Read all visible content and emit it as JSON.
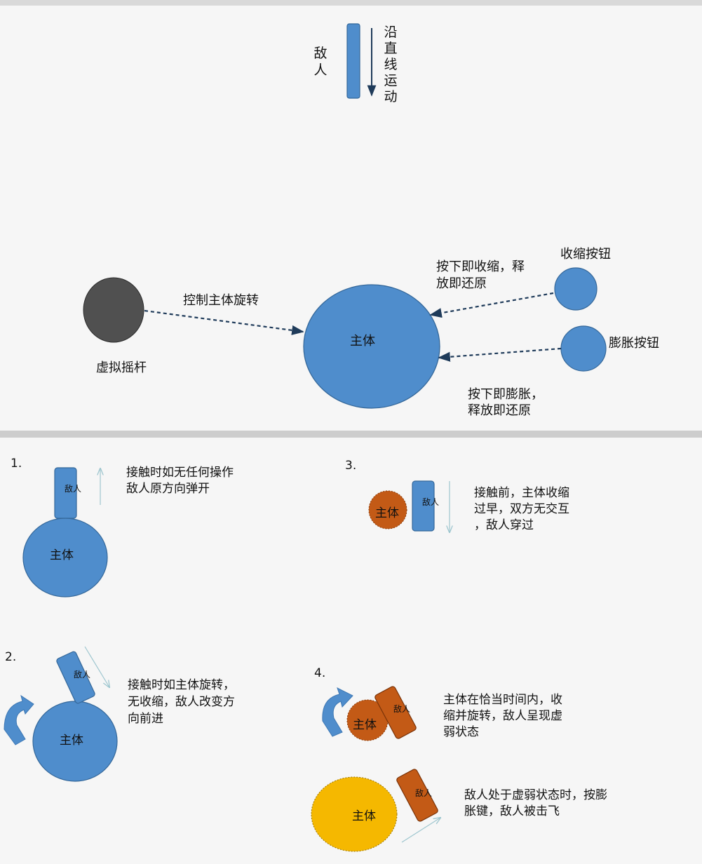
{
  "colors": {
    "background": "#f6f6f6",
    "separator": "#cdcdcd",
    "blue": "#4f8dcc",
    "blue_stroke": "#35689a",
    "dark_circle": "#505050",
    "arrow_dark": "#1f3b5a",
    "orange": "#c35a16",
    "yellow": "#f5b800",
    "thin_arrow": "#9ec6cf",
    "text": "#111111"
  },
  "top": {
    "enemy_label": "敌人",
    "vertical_motion_label": "沿直线运动",
    "main_body_label": "主体",
    "joystick_label": "虚拟摇杆",
    "joystick_arrow_label": "控制主体旋转",
    "shrink_button_label": "收缩按钮",
    "shrink_note_line1": "按下即收缩，释",
    "shrink_note_line2": "放即还原",
    "expand_button_label": "膨胀按钮",
    "expand_note_line1": "按下即膨胀，",
    "expand_note_line2": "释放即还原"
  },
  "scenarios": [
    {
      "number": "1.",
      "body_label": "主体",
      "enemy_label": "敌人",
      "desc_lines": [
        "接触时如无任何操作",
        "敌人原方向弹开"
      ]
    },
    {
      "number": "2.",
      "body_label": "主体",
      "enemy_label": "敌人",
      "desc_lines": [
        "接触时如主体旋转，",
        "无收缩，敌人改变方",
        "向前进"
      ]
    },
    {
      "number": "3.",
      "body_label": "主体",
      "enemy_label": "敌人",
      "desc_lines": [
        "接触前，主体收缩",
        "过早，双方无交互",
        "，敌人穿过"
      ]
    },
    {
      "number": "4.",
      "body_label_a": "主体",
      "enemy_label_a": "敌人",
      "desc_a_lines": [
        "主体在恰当时间内，收",
        "缩并旋转，敌人呈现虚",
        "弱状态"
      ],
      "body_label_b": "主体",
      "enemy_label_b": "敌人",
      "desc_b_lines": [
        "敌人处于虚弱状态时，按膨",
        "胀键，敌人被击飞"
      ]
    }
  ]
}
